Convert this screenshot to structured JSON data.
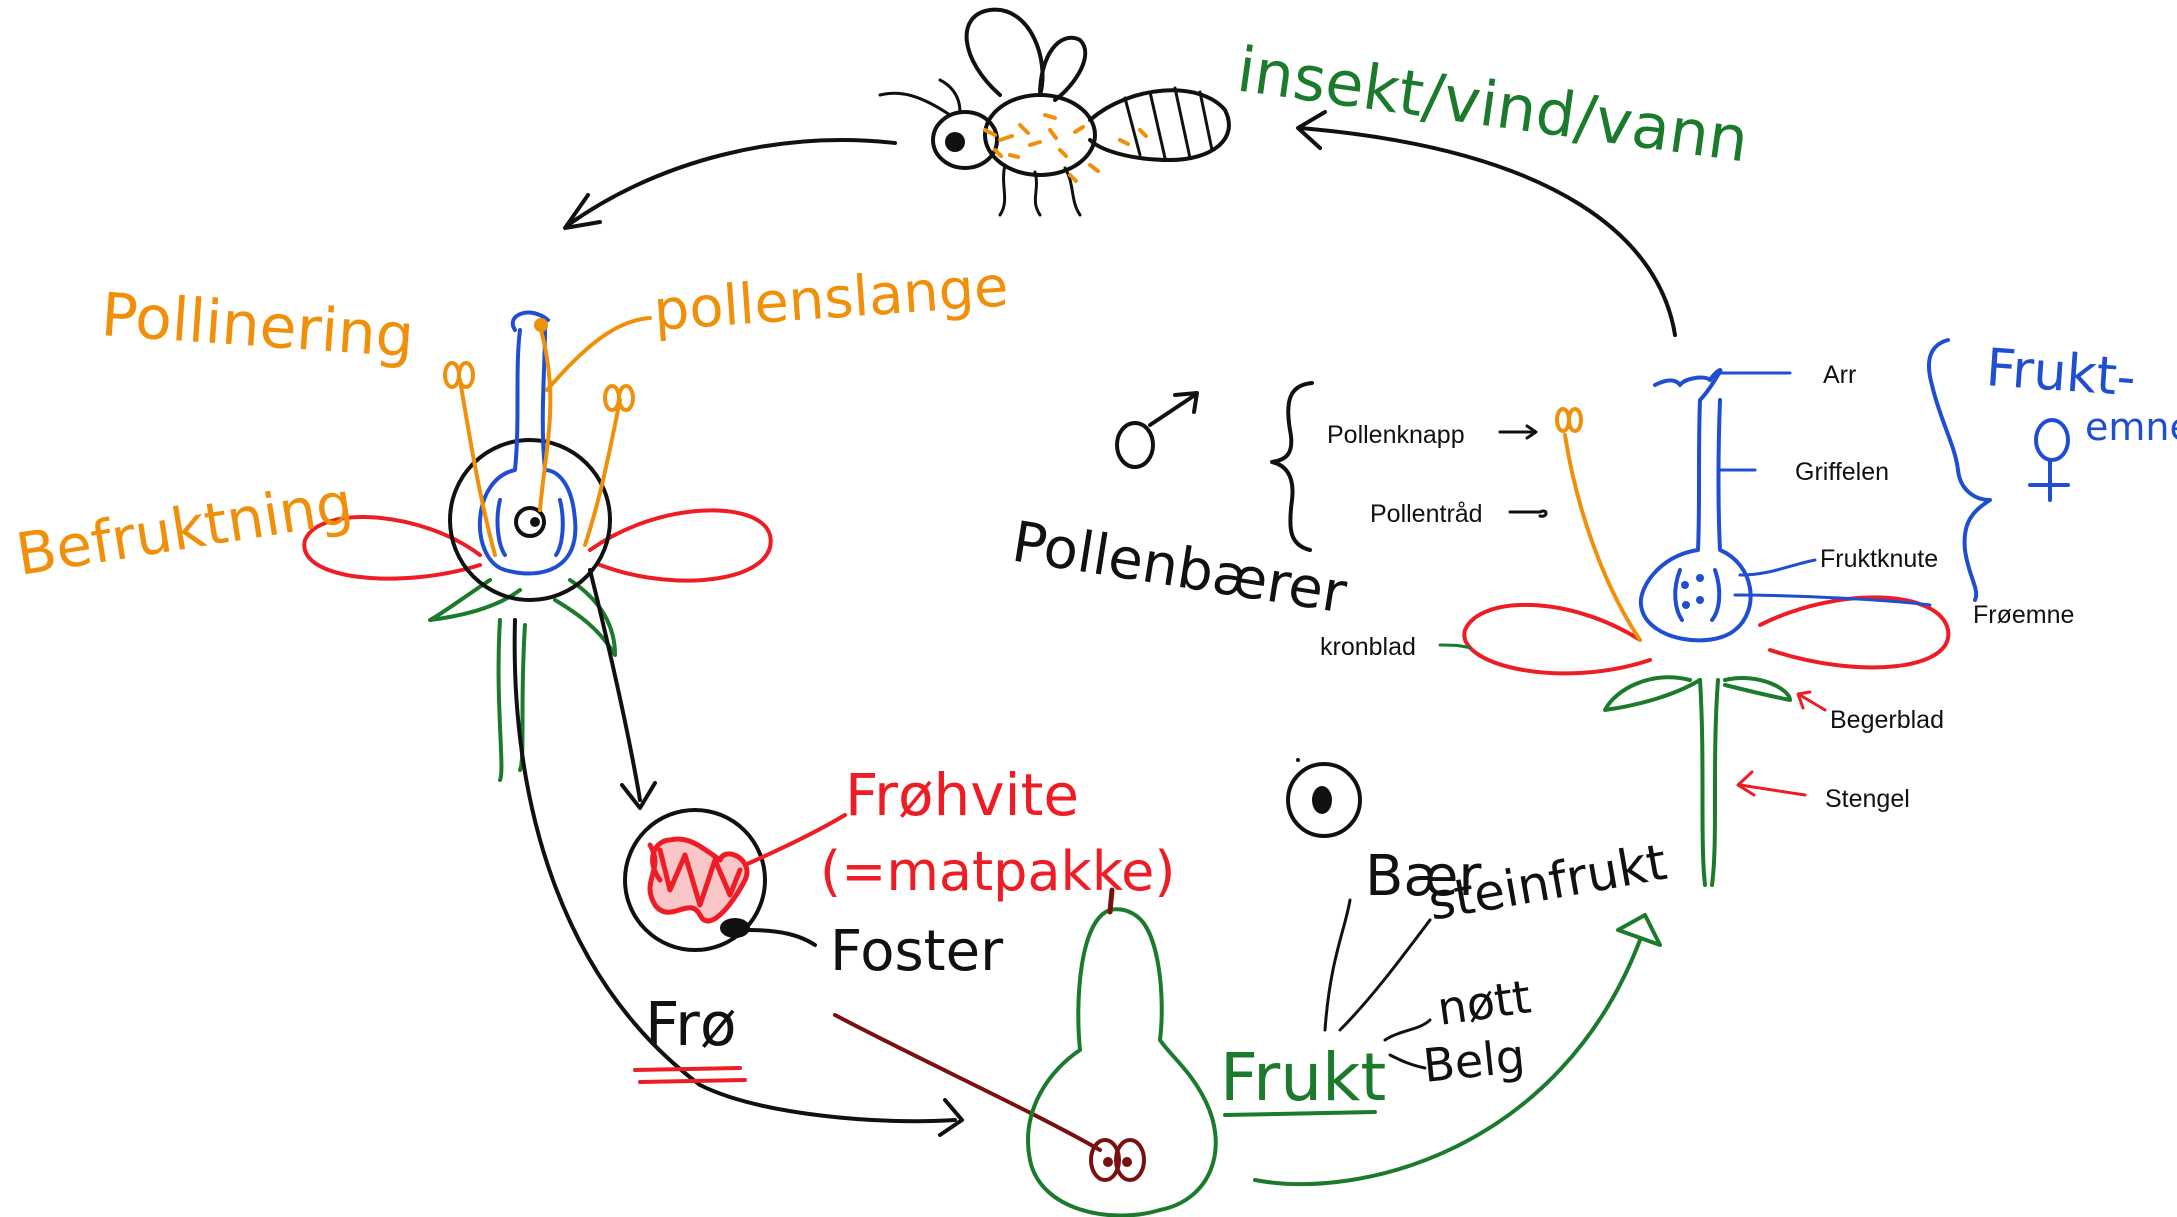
{
  "colors": {
    "black": "#111111",
    "orange": "#f0900a",
    "blue": "#1f4fd0",
    "red": "#ee1c24",
    "green": "#1b7a2b",
    "darkred": "#7a1010"
  },
  "handwriting": {
    "pollinator": "insekt/vind/vann",
    "pollination": "Pollinering",
    "fertilization": "Befruktning",
    "pollen_tube": "pollenslange",
    "male_symbol": "♂",
    "stamen": "Pollenbærer",
    "pistil": "Frukt-emne",
    "pistil_part1": "Frukt-",
    "pistil_part2": "emne",
    "female_symbol": "♀",
    "endosperm": "Frøhvite",
    "endosperm_note": "(=matpakke)",
    "embryo": "Foster",
    "seed": "Frø",
    "fruit": "Frukt",
    "fruit_types": [
      "Bær",
      "steinfrukt",
      "nøtt",
      "Belg"
    ]
  },
  "labels": {
    "stigma": "Arr",
    "style": "Griffelen",
    "ovary": "Fruktknute",
    "ovule": "Frøemne",
    "anther": "Pollenknapp",
    "filament": "Pollentråd",
    "petal": "kronblad",
    "sepal": "Begerblad",
    "stem": "Stengel"
  },
  "icons": {
    "bee": "bee-icon",
    "pear": "pear-icon",
    "seed": "seed-icon"
  }
}
